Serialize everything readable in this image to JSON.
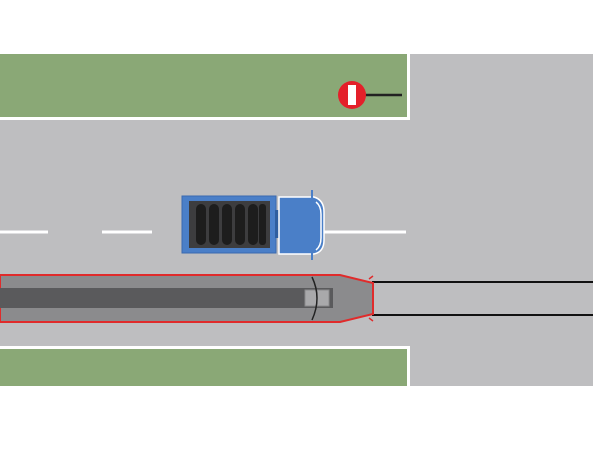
{
  "scene": {
    "background_color": "#ffffff",
    "road_color": "#bebec0",
    "grass_color": "#8aa876",
    "curb_color": "#ffffff",
    "lane_marking_color": "#ffffff",
    "rail_color": "#111111"
  },
  "sign": {
    "icon": "no-entry-sign",
    "disc_color": "#e4202a",
    "bar_color": "#ffffff"
  },
  "truck": {
    "body_color": "#4a7fc8",
    "cab_color": "#4a7fc8",
    "cargo_vents_color": "#2a2a2a",
    "direction": "right"
  },
  "tram": {
    "body_color": "#8b8b8d",
    "outline_color": "#e02b2b",
    "roof_stripe_color": "#5a5a5c",
    "direction": "right"
  }
}
